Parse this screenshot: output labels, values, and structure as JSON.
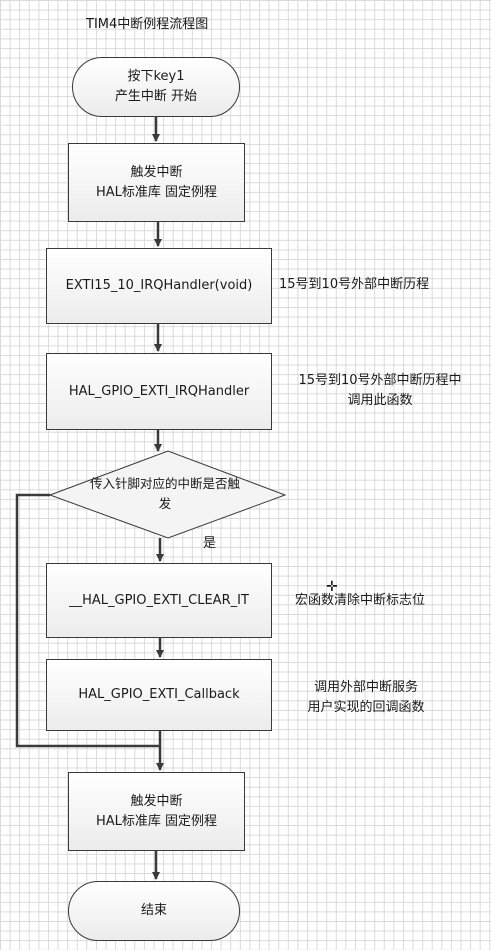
{
  "title": "TIM4中断例程流程图",
  "nodes": {
    "start": [
      "按下key1",
      "产生中断 开始"
    ],
    "trigger1": [
      "触发中断",
      "HAL标准库 固定例程"
    ],
    "exti_handler": "EXTI15_10_IRQHandler(void)",
    "gpio_handler": "HAL_GPIO_EXTI_IRQHandler",
    "decision": [
      "传入针脚对应的中断是否触",
      "发"
    ],
    "clear_it": "__HAL_GPIO_EXTI_CLEAR_IT",
    "callback": "HAL_GPIO_EXTI_Callback",
    "trigger2": [
      "触发中断",
      "HAL标准库 固定例程"
    ],
    "end": "结束"
  },
  "annotations": {
    "exti_handler": "15号到10号外部中断历程",
    "gpio_handler": [
      "15号到10号外部中断历程中",
      "调用此函数"
    ],
    "yes": "是",
    "clear_it": "宏函数清除中断标志位",
    "callback": [
      "调用外部中断服务",
      "用户实现的回调函数"
    ]
  },
  "colors": {
    "line": "#3a3a3a",
    "grid": "#d9d9d9",
    "node_fill_top": "#ffffff",
    "node_fill_bottom": "#ececec"
  }
}
